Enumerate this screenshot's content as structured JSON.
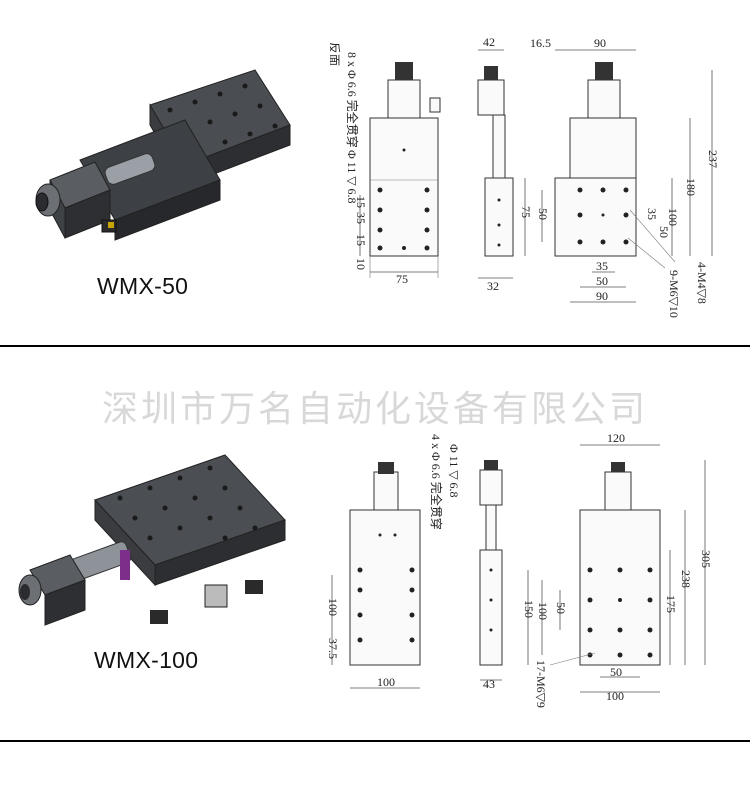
{
  "watermark": "深圳市万名自动化设备有限公司",
  "stage1": {
    "model": "WMX-50",
    "note_lines": [
      "反面",
      "8 x Φ 6.6 完全贯穿",
      "Φ 11 ▽ 6.8"
    ],
    "dims_front": [
      "15",
      "35",
      "15",
      "10",
      "75"
    ],
    "dims_side": [
      "42",
      "32"
    ],
    "dims_top": [
      "16.5",
      "90",
      "237",
      "180",
      "100",
      "75",
      "50",
      "35",
      "50",
      "35",
      "50",
      "90"
    ],
    "callouts": [
      "4-M4▽8",
      "9-M6▽10"
    ]
  },
  "stage2": {
    "model": "WMX-100",
    "note_lines": [
      "4 x Φ 6.6 完全贯穿",
      "Φ 11 ▽ 6.8"
    ],
    "dims_front": [
      "100",
      "37.5",
      "100"
    ],
    "dims_side": [
      "43"
    ],
    "dims_top": [
      "120",
      "305",
      "238",
      "175",
      "150",
      "100",
      "50",
      "50",
      "100"
    ],
    "callouts": [
      "17-M6▽9"
    ]
  }
}
